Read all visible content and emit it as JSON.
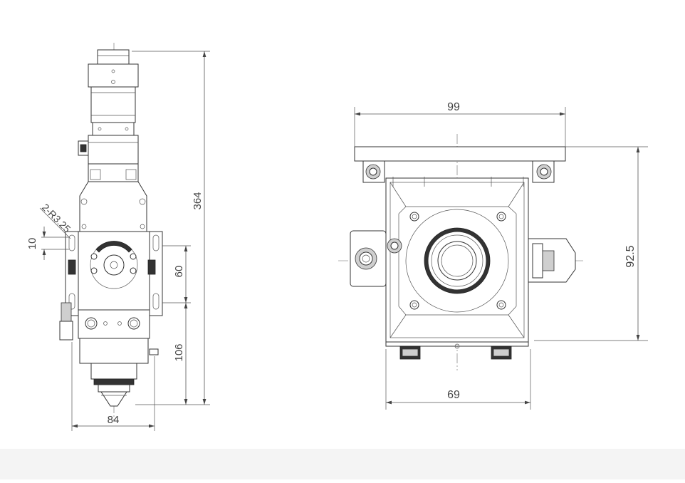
{
  "drawing": {
    "side_view": {
      "dimensions": {
        "overall_height": "364",
        "upper_mount": "60",
        "lower_to_tip": "106",
        "base_width": "84",
        "slot_length": "10",
        "slot_callout": "2-R3.25"
      }
    },
    "top_view": {
      "dimensions": {
        "top_width": "99",
        "bottom_width": "69",
        "right_height": "92.5"
      }
    }
  }
}
